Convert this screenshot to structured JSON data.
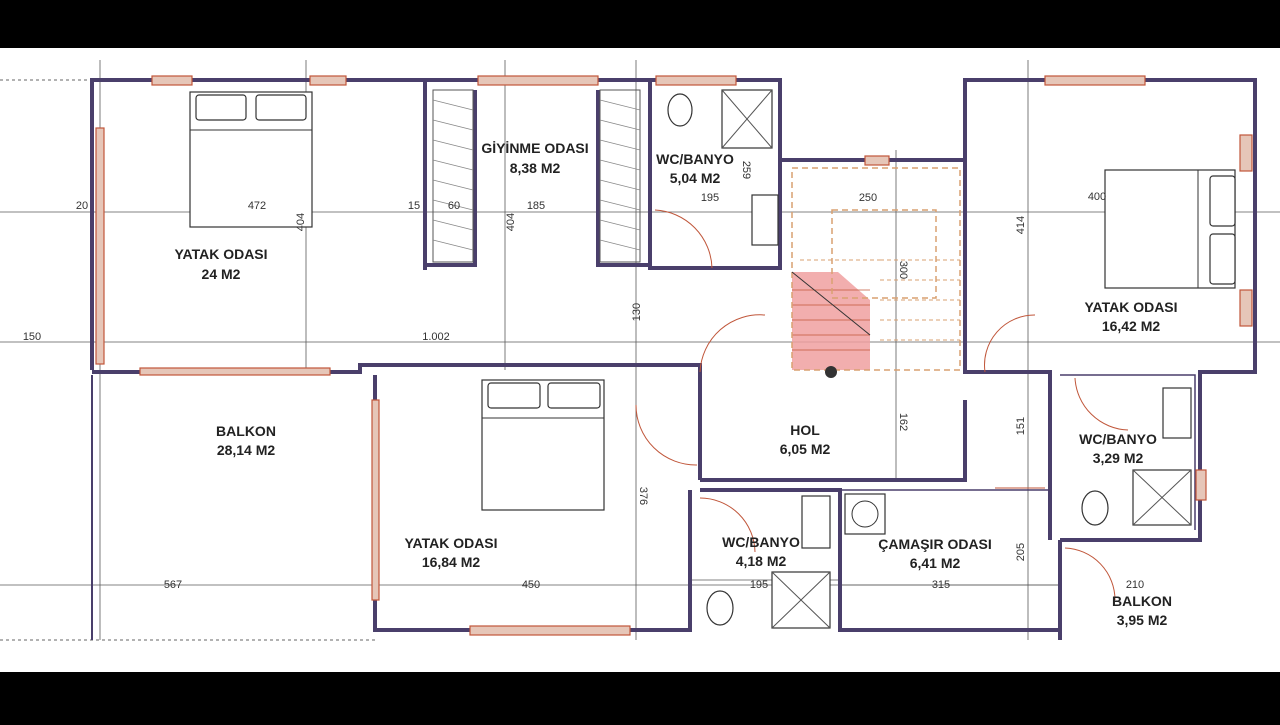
{
  "rooms": [
    {
      "name": "YATAK ODASI",
      "area": "24 M2"
    },
    {
      "name": "GİYİNME ODASI",
      "area": "8,38 M2"
    },
    {
      "name": "WC/BANYO",
      "area": "5,04 M2"
    },
    {
      "name": "YATAK ODASI",
      "area": "16,42 M2"
    },
    {
      "name": "BALKON",
      "area": "28,14 M2"
    },
    {
      "name": "YATAK ODASI",
      "area": "16,84 M2"
    },
    {
      "name": "HOL",
      "area": "6,05 M2"
    },
    {
      "name": "WC/BANYO",
      "area": "3,29 M2"
    },
    {
      "name": "WC/BANYO",
      "area": "4,18 M2"
    },
    {
      "name": "ÇAMAŞIR ODASI",
      "area": "6,41 M2"
    },
    {
      "name": "BALKON",
      "area": "3,95 M2"
    }
  ],
  "dimensions": [
    "472",
    "404",
    "185",
    "404",
    "195",
    "259",
    "250",
    "300",
    "400",
    "414",
    "1.002",
    "150",
    "20",
    "15",
    "60",
    "130",
    "162",
    "151",
    "376",
    "450",
    "567",
    "195",
    "315",
    "205",
    "210"
  ],
  "colors": {
    "wall": "#4a3f6b",
    "window": "#c0563a",
    "stairs_highlight": "#f0a0a0"
  }
}
